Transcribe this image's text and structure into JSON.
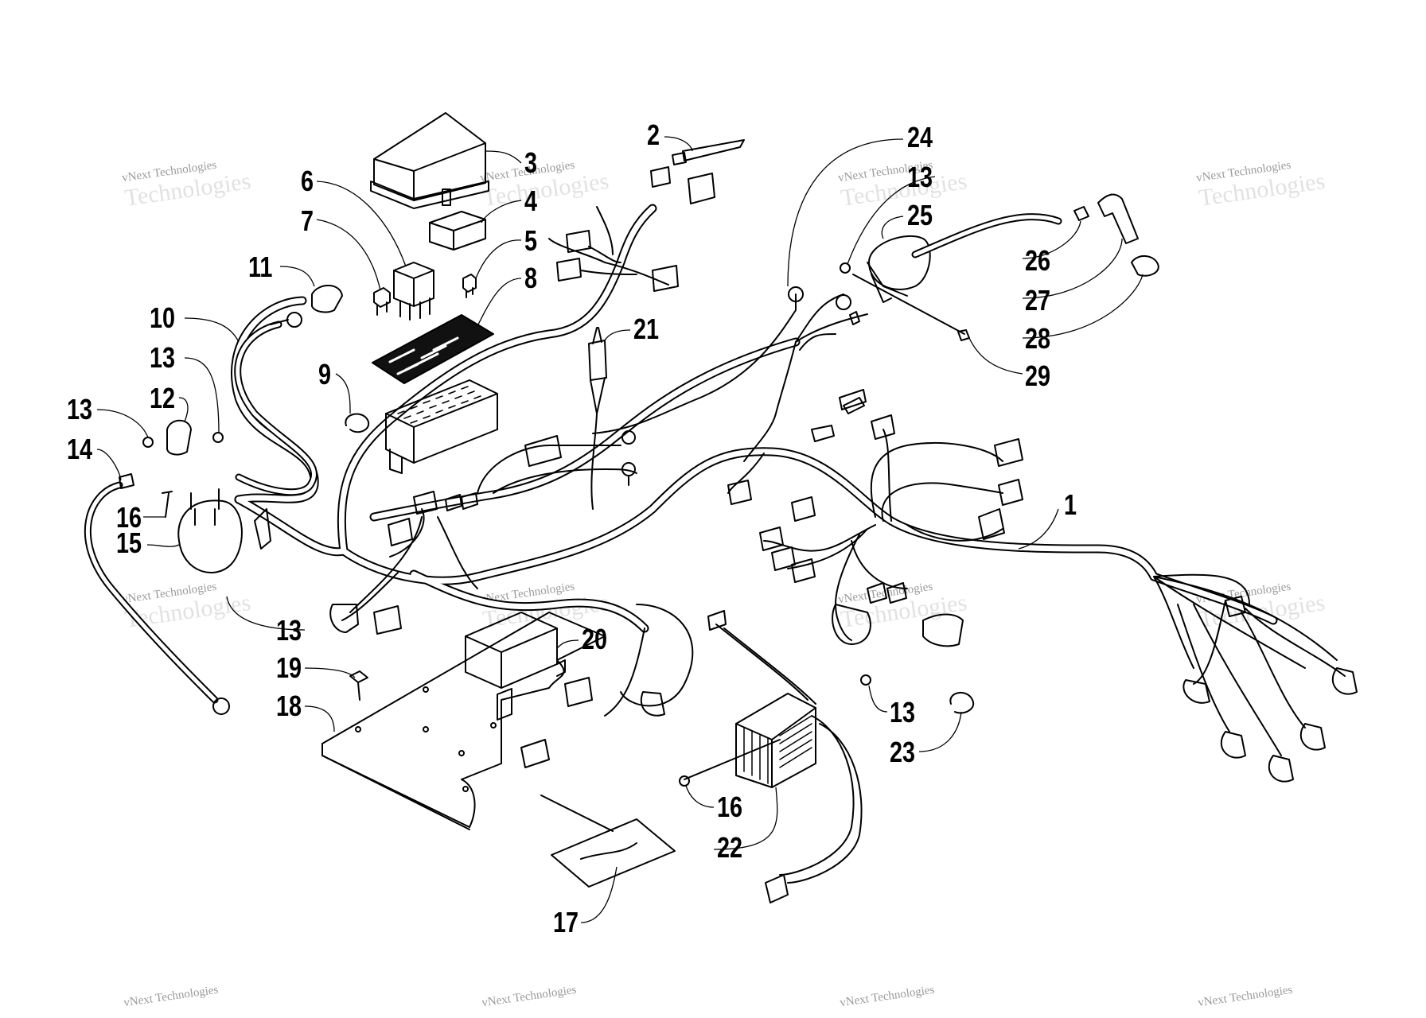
{
  "watermark": {
    "line1": "vNext Technologies",
    "line2": "Technologies"
  },
  "callouts": {
    "c1": "1",
    "c2": "2",
    "c3": "3",
    "c4": "4",
    "c5": "5",
    "c6": "6",
    "c7": "7",
    "c8": "8",
    "c9": "9",
    "c10": "10",
    "c11": "11",
    "c12": "12",
    "c13a": "13",
    "c13b": "13",
    "c13c": "13",
    "c13d": "13",
    "c13e": "13",
    "c14": "14",
    "c15": "15",
    "c16a": "16",
    "c16b": "16",
    "c17": "17",
    "c18": "18",
    "c19": "19",
    "c20": "20",
    "c21": "21",
    "c22": "22",
    "c23": "23",
    "c24": "24",
    "c25": "25",
    "c26": "26",
    "c27": "27",
    "c28": "28",
    "c29": "29"
  }
}
